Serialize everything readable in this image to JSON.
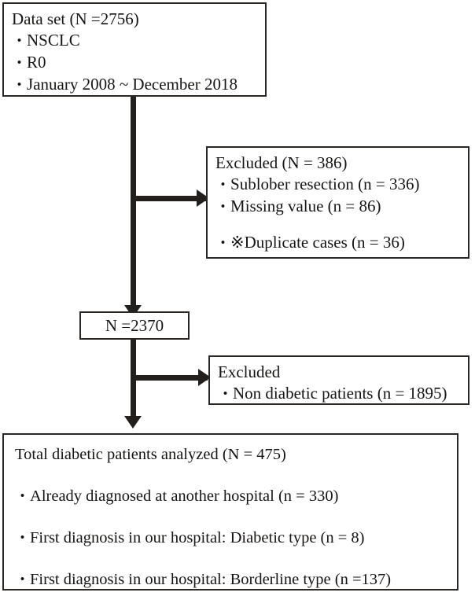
{
  "diagram": {
    "type": "patient-selection-flowchart",
    "boxes": {
      "dataset": {
        "title": "Data set (N =2756)",
        "items": [
          "NSCLC",
          "R0",
          "January 2008 ~ December 2018"
        ]
      },
      "excluded_first": {
        "title": "Excluded (N = 386)",
        "items": [
          "Sublober resection (n = 336)",
          "Missing value (n = 86)",
          "※Duplicate cases (n = 36)"
        ]
      },
      "remaining": {
        "label": "N =2370"
      },
      "excluded_second": {
        "title": "Excluded",
        "items": [
          "Non diabetic patients (n = 1895)"
        ]
      },
      "total_analyzed": {
        "title": "Total diabetic patients analyzed (N = 475)",
        "items": [
          "Already diagnosed at another hospital (n = 330)",
          "First diagnosis in our hospital: Diabetic type (n = 8)",
          "First diagnosis in our hospital: Borderline type (n =137)"
        ]
      }
    },
    "colors": {
      "line": "#231f1c",
      "border": "#2b2724",
      "text": "#171513",
      "background": "#ffffff"
    }
  }
}
